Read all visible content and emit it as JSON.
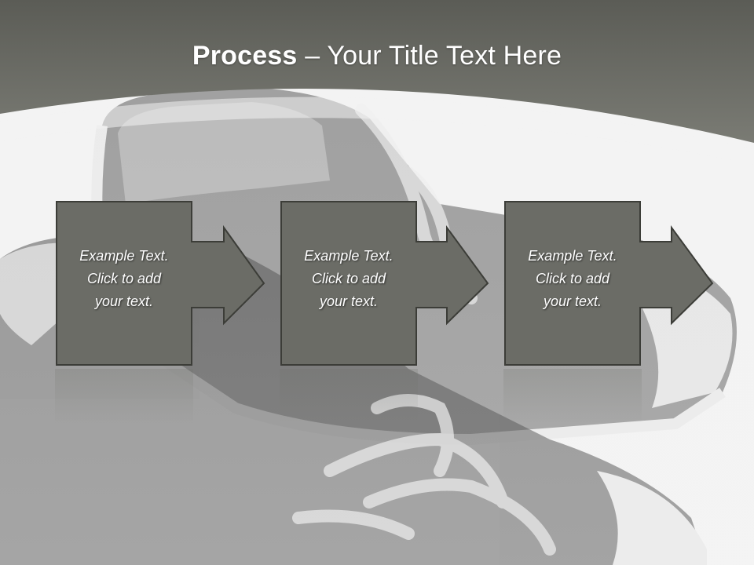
{
  "title": {
    "bold": "Process",
    "rest": " – Your Title Text Here"
  },
  "steps": [
    {
      "line1": "Example Text.",
      "line2": "Click  to add",
      "line3": "your text."
    },
    {
      "line1": "Example Text.",
      "line2": "Click  to add",
      "line3": "your text."
    },
    {
      "line1": "Example Text.",
      "line2": "Click  to add",
      "line3": "your text."
    }
  ],
  "colors": {
    "header": "#6e6f68",
    "box": "#6b6c66",
    "box_border": "#3c3d38",
    "text": "#ffffff"
  },
  "background_image": "sneakers-photo"
}
